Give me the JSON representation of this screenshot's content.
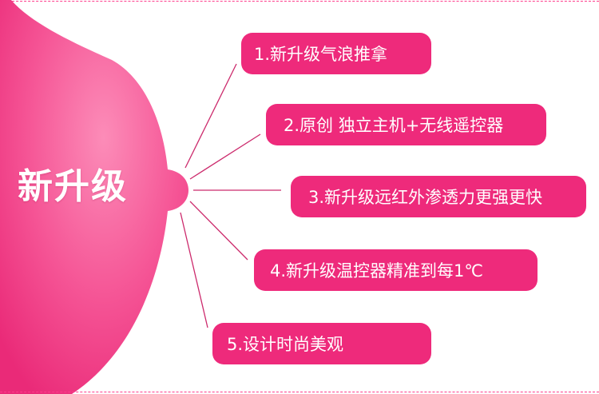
{
  "colors": {
    "accent": "#ee2a7b",
    "blob_light": "#fb78ad",
    "blob_dark": "#ea2a78",
    "line": "#cc2a6c",
    "dash": "#ff3c8c"
  },
  "hub": {
    "title": "新升级"
  },
  "features": [
    {
      "label": "1.新升级气浪推拿"
    },
    {
      "label": "2.原创 独立主机+无线遥控器"
    },
    {
      "label": "3.新升级远红外渗透力更强更快"
    },
    {
      "label": "4.新升级温控器精准到每1℃"
    },
    {
      "label": "5.设计时尚美观"
    }
  ]
}
